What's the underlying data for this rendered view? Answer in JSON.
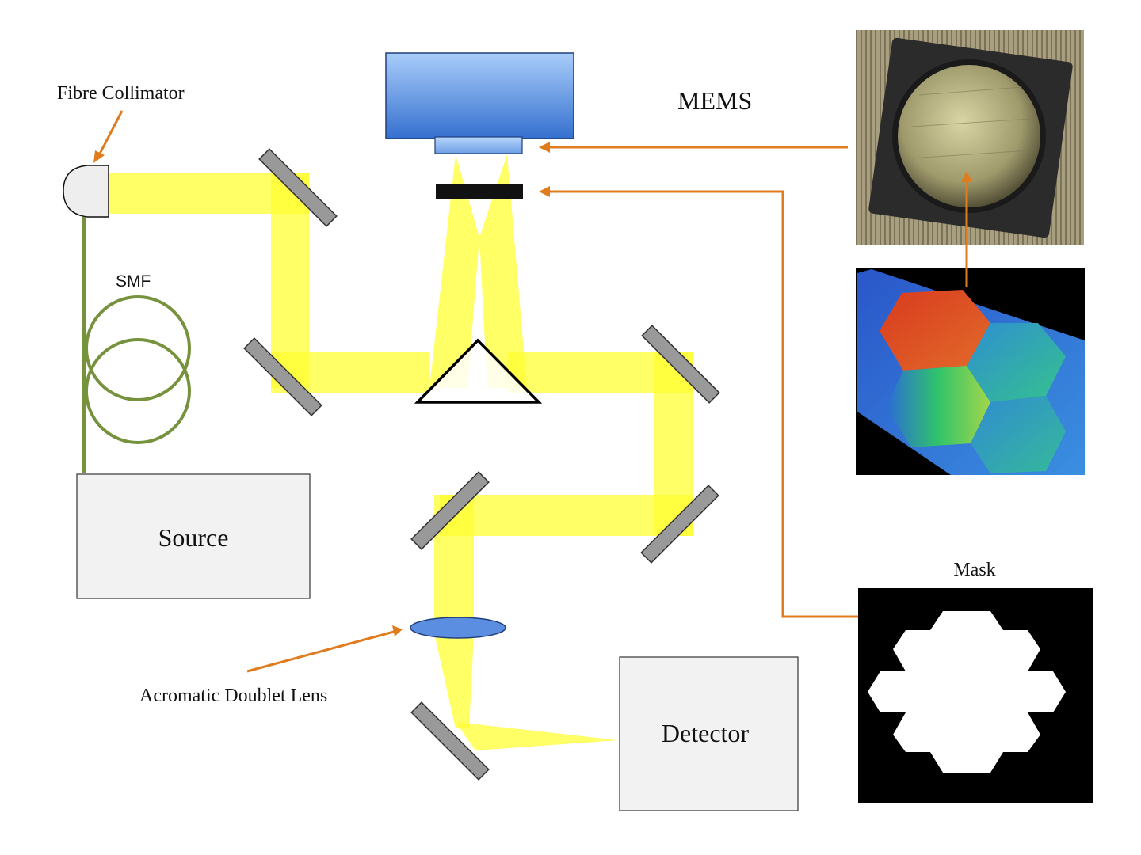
{
  "labels": {
    "fibre_collimator": "Fibre Collimator",
    "smf": "SMF",
    "source": "Source",
    "mems": "MEMS",
    "mask": "Mask",
    "lens": "Acromatic Doublet Lens",
    "detector": "Detector"
  },
  "colors": {
    "beam": "#ffff33",
    "arrow": "#e07b1e",
    "fiber": "#76923c",
    "mirror": "#999999",
    "box_fill": "#f2f2f2",
    "mems_blue_top": "#9ec5f8",
    "mems_blue_bottom": "#3b78d4",
    "lens": "#5b8ee0"
  },
  "icons": {
    "mems_chip_photo": "mems-chip-photo",
    "mems_surface_map": "hexagonal-segment-surface-map",
    "mask": "hexagonal-mask"
  }
}
